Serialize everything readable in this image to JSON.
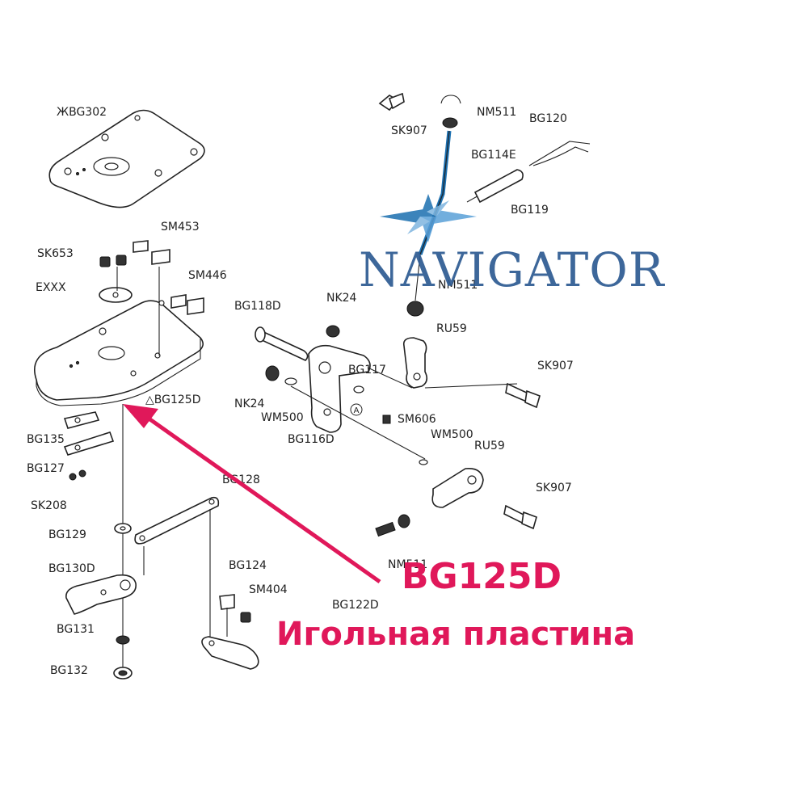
{
  "watermark": {
    "brand": "NAVIGATOR"
  },
  "callout": {
    "code": "BG125D",
    "name": "Игольная пластина",
    "color": "#e0185a"
  },
  "labels": {
    "bg302": "ЖBG302",
    "sm453": "SM453",
    "sk653": "SK653",
    "exxx": "EXXX",
    "sm446": "SM446",
    "bg125d": "△BG125D",
    "bg135": "BG135",
    "bg127": "BG127",
    "sk208": "SK208",
    "bg129": "BG129",
    "bg130d": "BG130D",
    "bg131": "BG131",
    "bg132": "BG132",
    "bg128": "BG128",
    "bg124": "BG124",
    "sm404": "SM404",
    "bg122d": "BG122D",
    "nm511_low": "NM511",
    "bg118d": "BG118D",
    "nk24_top": "NK24",
    "nk24_left": "NK24",
    "wm500_left": "WM500",
    "bg116d": "BG116D",
    "bg117": "BG117",
    "sm606": "SM606",
    "wm500_right": "WM500",
    "ru59_top": "RU59",
    "ru59_low": "RU59",
    "sk907_mid": "SK907",
    "sk907_low": "SK907",
    "sk907_top": "SK907",
    "nm511_top": "NM511",
    "nm511_mid": "NM511",
    "bg120": "BG120",
    "bg114e": "BG114E",
    "bg119": "BG119",
    "marker_a": "A"
  }
}
